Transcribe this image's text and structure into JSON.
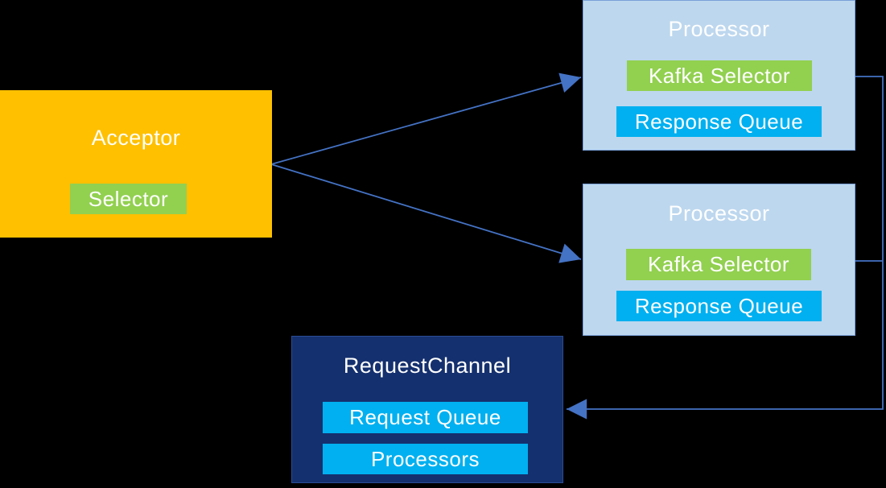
{
  "diagram": {
    "background_color": "#000000",
    "connector_color": "#4472C4",
    "acceptor": {
      "title": "Acceptor",
      "fill_color": "#FFC000",
      "selector_label": "Selector",
      "selector_color": "#92D050"
    },
    "processor_top": {
      "title": "Processor",
      "fill_color": "#BDD7EE",
      "kafka_selector_label": "Kafka Selector",
      "kafka_selector_color": "#92D050",
      "response_queue_label": "Response Queue",
      "response_queue_color": "#00B0F0"
    },
    "processor_bottom": {
      "title": "Processor",
      "fill_color": "#BDD7EE",
      "kafka_selector_label": "Kafka Selector",
      "kafka_selector_color": "#92D050",
      "response_queue_label": "Response Queue",
      "response_queue_color": "#00B0F0"
    },
    "request_channel": {
      "title": "RequestChannel",
      "fill_color": "#15306E",
      "request_queue_label": "Request Queue",
      "request_queue_color": "#00B0F0",
      "processors_label": "Processors",
      "processors_color": "#00B0F0"
    },
    "connections": [
      {
        "from": "Acceptor",
        "to": "Processor (top)",
        "style": "straight-arrow"
      },
      {
        "from": "Acceptor",
        "to": "Processor (bottom)",
        "style": "straight-arrow"
      },
      {
        "from": "Processor (top)",
        "to": "right-bus",
        "style": "elbow-line"
      },
      {
        "from": "Processor (bottom)",
        "to": "right-bus",
        "style": "elbow-line"
      },
      {
        "from": "right-bus",
        "to": "RequestChannel",
        "style": "elbow-arrow"
      }
    ]
  }
}
